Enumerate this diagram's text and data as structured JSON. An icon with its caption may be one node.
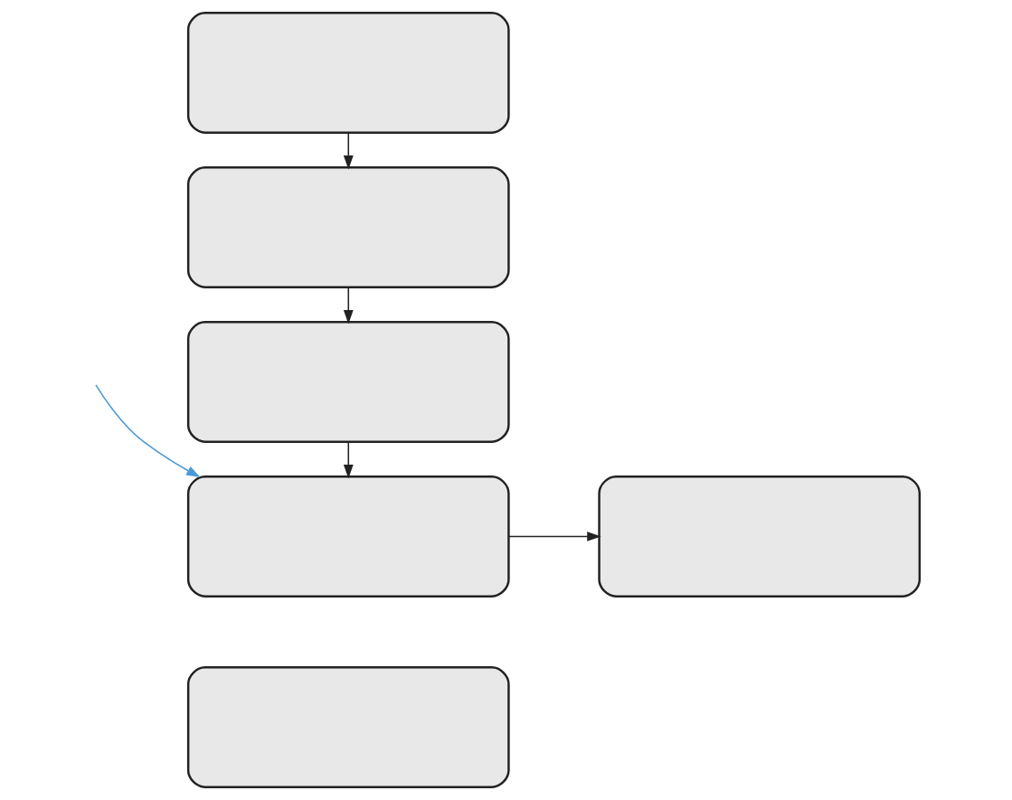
{
  "diagram": {
    "nodes": [
      {
        "text": [],
        "shape": "box"
      },
      {
        "text": [],
        "shape": "box"
      },
      {
        "text": [],
        "shape": "box"
      },
      {
        "text": [],
        "shape": "box"
      },
      {
        "text": [],
        "shape": "box"
      },
      {
        "text": [],
        "shape": "box"
      }
    ],
    "edges": [
      {
        "from": 0,
        "to": 1,
        "arrow": "to"
      },
      {
        "from": 1,
        "to": 2,
        "arrow": "to"
      },
      {
        "from": 2,
        "to": 3,
        "arrow": "to"
      },
      {
        "from": 3,
        "to": 4,
        "arrow": "to"
      },
      {
        "from": null,
        "to": 3,
        "arrow": "to",
        "color": "#4a9ad6"
      }
    ]
  }
}
